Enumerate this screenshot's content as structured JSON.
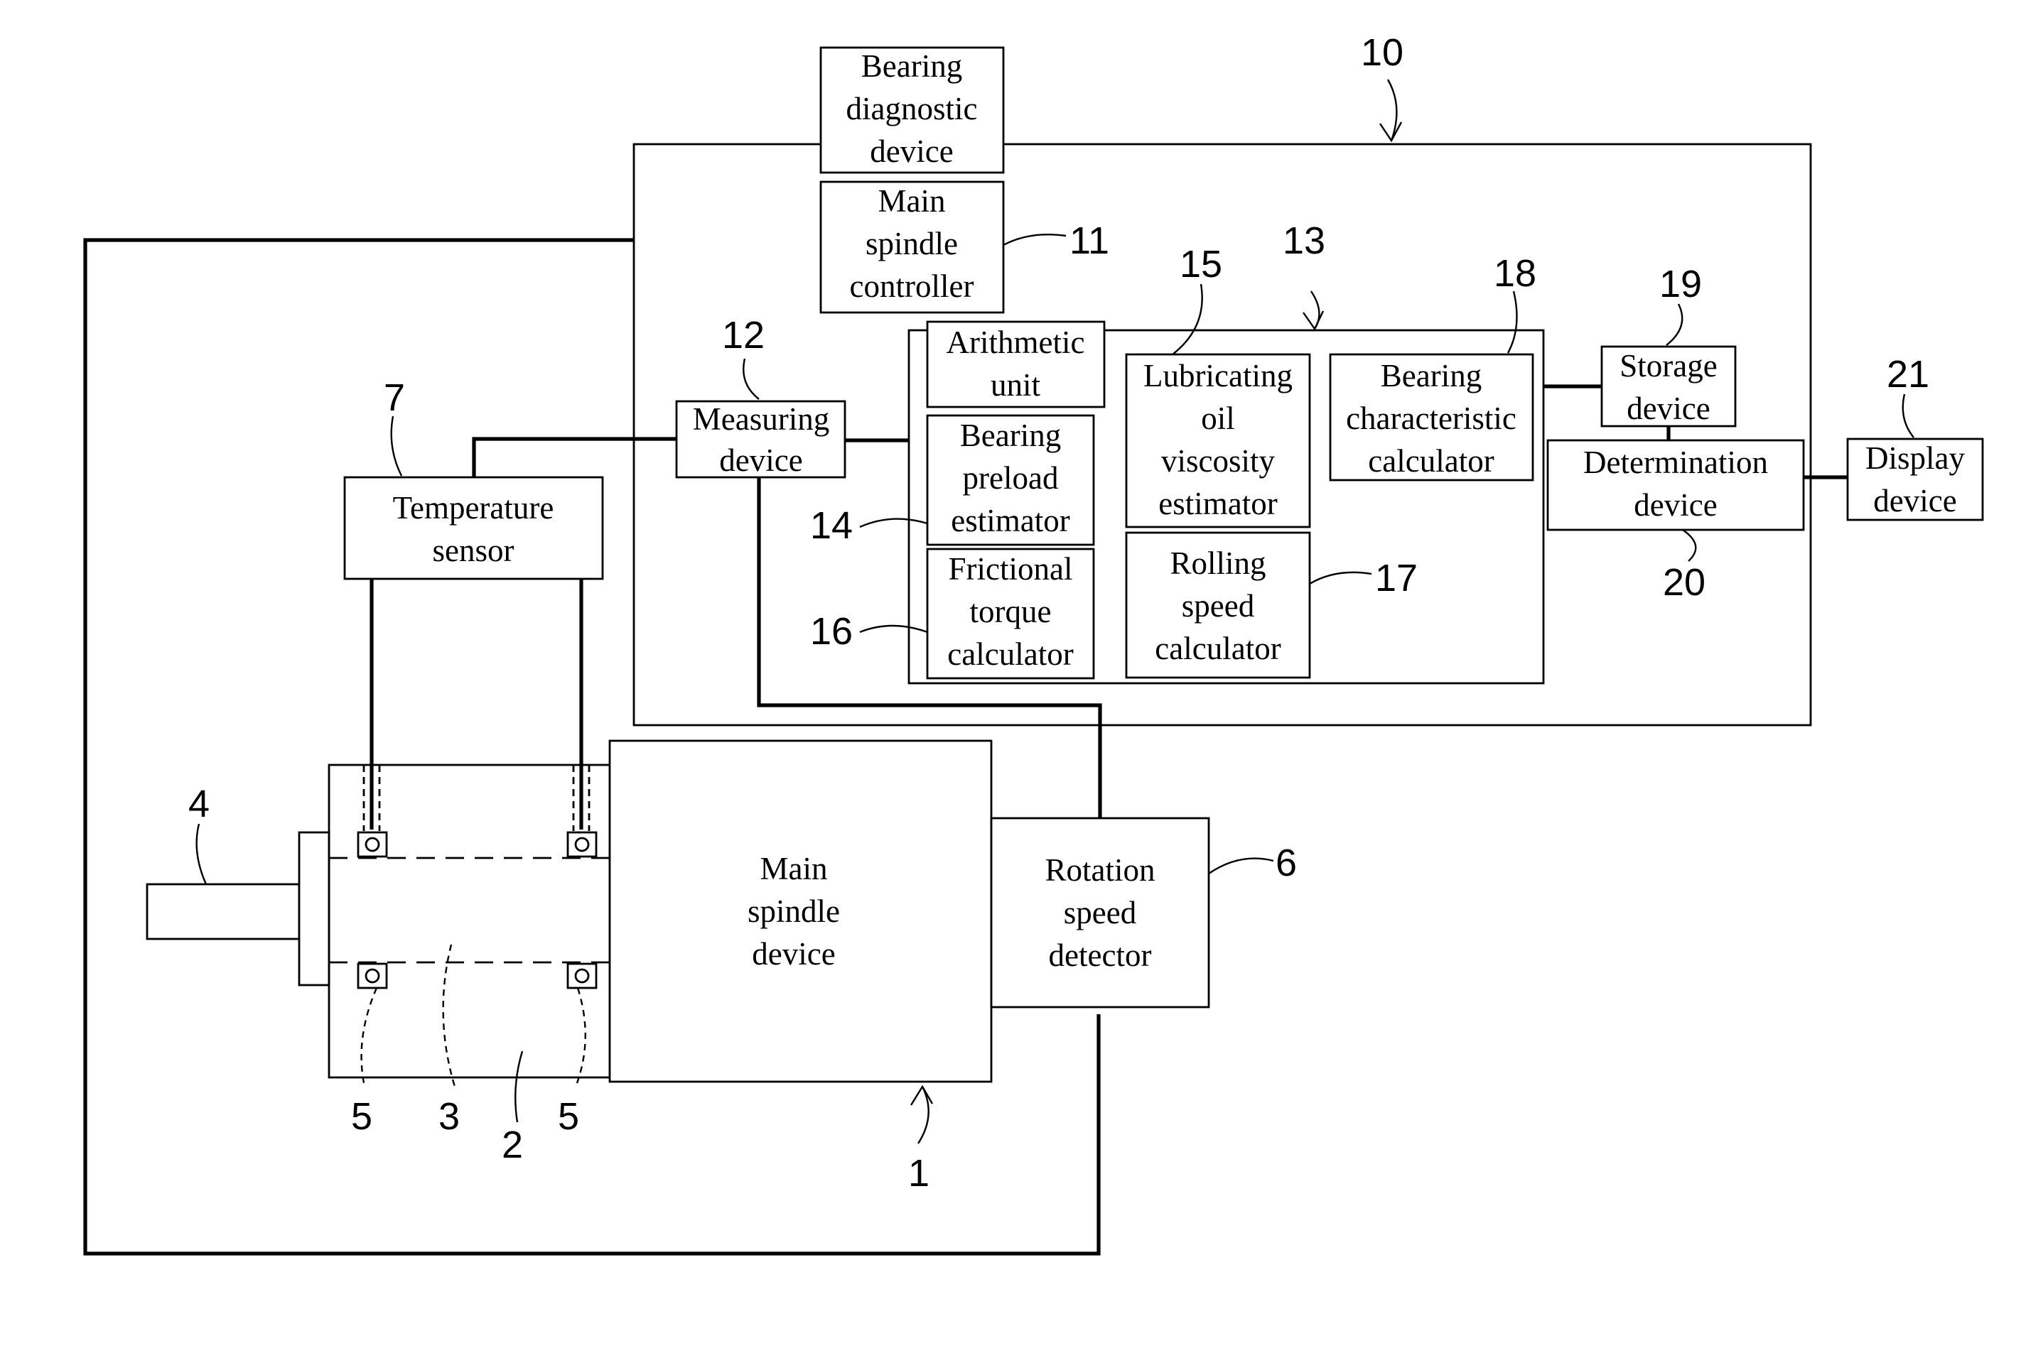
{
  "blocks": {
    "bearing_diagnostic_device": [
      "Bearing",
      "diagnostic",
      "device"
    ],
    "main_spindle_controller": [
      "Main",
      "spindle",
      "controller"
    ],
    "measuring_device": [
      "Measuring",
      "device"
    ],
    "arithmetic_unit": [
      "Arithmetic",
      "unit"
    ],
    "bearing_preload_estimator": [
      "Bearing",
      "preload",
      "estimator"
    ],
    "frictional_torque_calculator": [
      "Frictional",
      "torque",
      "calculator"
    ],
    "lubricating_oil_viscosity_estimator": [
      "Lubricating",
      "oil",
      "viscosity",
      "estimator"
    ],
    "rolling_speed_calculator": [
      "Rolling",
      "speed",
      "calculator"
    ],
    "bearing_characteristic_calculator": [
      "Bearing",
      "characteristic",
      "calculator"
    ],
    "storage_device": [
      "Storage",
      "device"
    ],
    "determination_device": [
      "Determination",
      "device"
    ],
    "display_device": [
      "Display",
      "device"
    ],
    "temperature_sensor": [
      "Temperature",
      "sensor"
    ],
    "main_spindle_device": [
      "Main",
      "spindle",
      "device"
    ],
    "rotation_speed_detector": [
      "Rotation",
      "speed",
      "detector"
    ]
  },
  "refs": {
    "r10": "10",
    "r11": "11",
    "r12": "12",
    "r13": "13",
    "r14": "14",
    "r15": "15",
    "r16": "16",
    "r17": "17",
    "r18": "18",
    "r19": "19",
    "r20": "20",
    "r21": "21",
    "r7": "7",
    "r6": "6",
    "r4": "4",
    "r5a": "5",
    "r3": "3",
    "r2": "2",
    "r5b": "5",
    "r1": "1"
  }
}
